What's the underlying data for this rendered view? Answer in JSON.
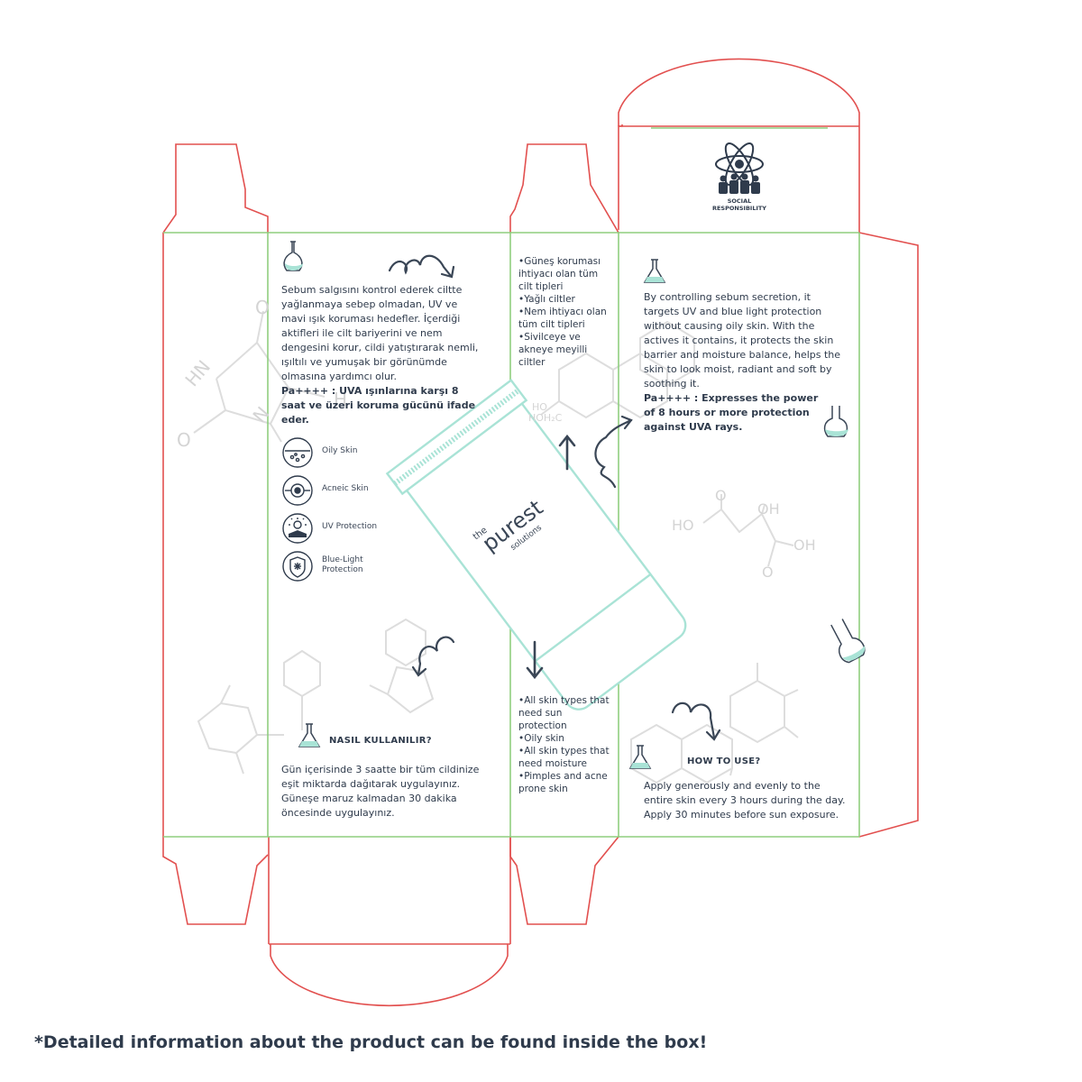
{
  "turkish_description": {
    "paragraph": "Sebum salgısını kontrol ederek ciltte yağlanmaya sebep olmadan, UV ve mavi ışık koruması hedefler. İçerdiği aktifleri ile cilt bariyerini ve nem dengesini korur, cildi yatıştırarak nemli, ışıltılı ve yumuşak bir görünümde olmasına yardımcı olur.",
    "pa_note": "Pa++++ : UVA ışınlarına karşı 8 saat ve üzeri koruma gücünü ifade eder."
  },
  "features": [
    {
      "label": "Oily Skin",
      "icon": "oily-skin-icon"
    },
    {
      "label": "Acneic Skin",
      "icon": "acneic-skin-icon"
    },
    {
      "label": "UV Protection",
      "icon": "uv-protection-icon"
    },
    {
      "label": "Blue-Light Protection",
      "icon": "blue-light-protection-icon"
    }
  ],
  "turkish_usage": {
    "heading": "NASIL KULLANILIR?",
    "text": "Gün içerisinde 3 saatte bir tüm cildinize eşit miktarda dağıtarak uygulayınız. Güneşe maruz kalmadan 30 dakika öncesinde uygulayınız."
  },
  "turkish_skin_types": [
    "•Güneş koruması ihtiyacı olan tüm cilt tipleri",
    "•Yağlı ciltler",
    "•Nem ihtiyacı olan tüm cilt tipleri",
    "•Sivilceye ve akneye meyilli ciltler"
  ],
  "english_skin_types": [
    "•All skin types that need sun protection",
    "•Oily skin",
    "•All skin types that need moisture",
    "•Pimples and acne prone skin"
  ],
  "english_description": {
    "paragraph": "By controlling sebum secretion, it targets UV and blue light protection without causing oily skin. With the actives it contains, it protects the skin barrier and moisture balance, helps the skin to look moist, radiant and soft by soothing it.",
    "pa_note": "Pa++++ : Expresses the power of 8 hours or more protection against UVA rays."
  },
  "english_usage": {
    "heading": "HOW TO USE?",
    "text": "Apply generously and evenly to the entire skin every 3 hours during the day. Apply 30 minutes before sun exposure."
  },
  "brand": {
    "the": "the",
    "name": "purest",
    "tagline": "solutions"
  },
  "badge": {
    "line1": "SOCIAL",
    "line2": "RESPONSIBILITY",
    "icon": "social-responsibility-icon"
  },
  "molecule_labels": {
    "hn": "HN",
    "o1": "O",
    "o2": "O",
    "n": "N",
    "h": "H",
    "ho_left": "HO",
    "hoh2c": "HOH₂C",
    "ho_right": "HO",
    "oh1": "OH",
    "oh2": "OH",
    "o_right": "O",
    "o_top": "O"
  },
  "footer": "*Detailed information about the product can be found inside the box!",
  "colors": {
    "cut_line": "#e2504f",
    "fold_line": "#8fce7f",
    "text": "#2f3b4c",
    "mint": "#a9e3d6",
    "molecule": "#d9d9d9"
  }
}
